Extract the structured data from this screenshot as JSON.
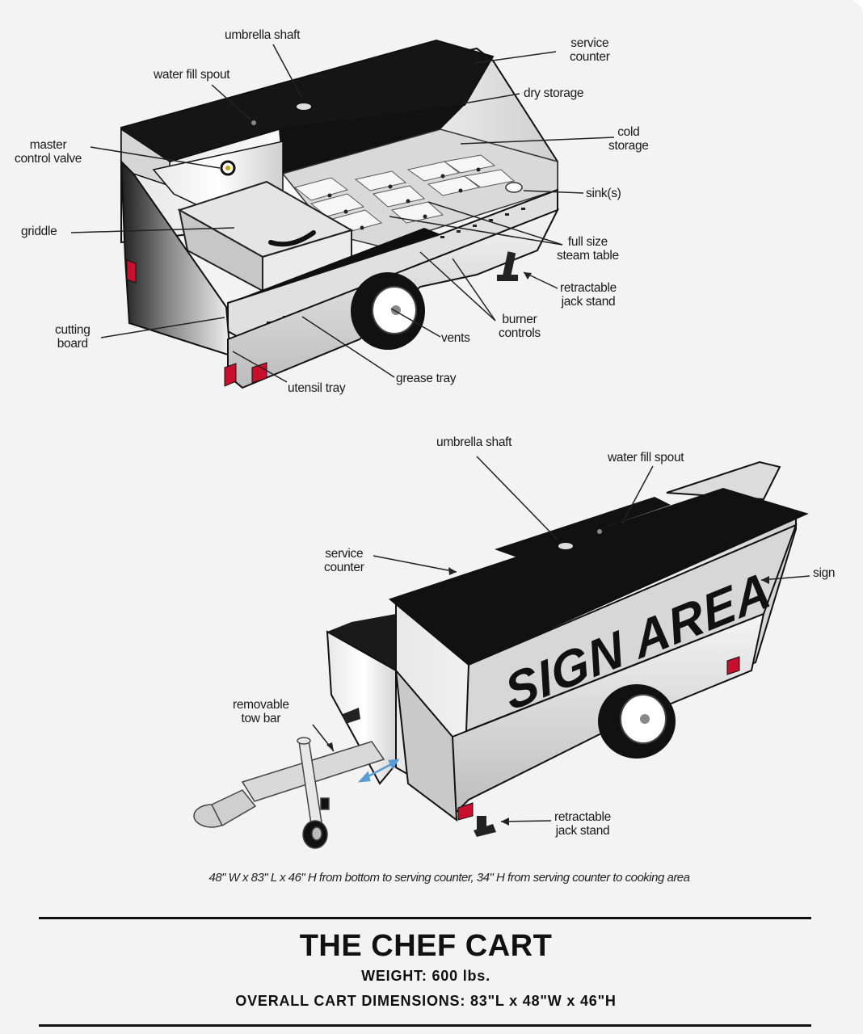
{
  "top_labels": {
    "umbrella_shaft": "umbrella shaft",
    "service_counter": [
      "service",
      "counter"
    ],
    "water_fill_spout": "water fill spout",
    "dry_storage": "dry storage",
    "master_control_valve": [
      "master",
      "control valve"
    ],
    "cold_storage": [
      "cold",
      "storage"
    ],
    "sinks": "sink(s)",
    "griddle": "griddle",
    "steam_table": [
      "full size",
      "steam table"
    ],
    "jack_stand": [
      "retractable",
      "jack stand"
    ],
    "burner_controls": [
      "burner",
      "controls"
    ],
    "cutting_board": [
      "cutting",
      "board"
    ],
    "vents": "vents",
    "grease_tray": "grease tray",
    "utensil_tray": "utensil tray"
  },
  "bottom_labels": {
    "umbrella_shaft": "umbrella shaft",
    "water_fill_spout": "water fill spout",
    "service_counter": [
      "service",
      "counter"
    ],
    "sign": "sign",
    "sign_area": "SIGN AREA",
    "tow_bar": [
      "removable",
      "tow bar"
    ],
    "jack_stand": [
      "retractable",
      "jack stand"
    ]
  },
  "dimensions_note": "48\" W x 83\" L x 46\" H from bottom to serving counter, 34\" H from serving counter to cooking area",
  "title": "THE CHEF CART",
  "weight": "WEIGHT: 600 lbs.",
  "overall_dimensions": "OVERALL CART DIMENSIONS: 83\"L x 48\"W x 46\"H",
  "colors": {
    "reflector": "#c8102e",
    "counter": "#111111",
    "leader": "#222222",
    "arrow": "#5b9bd5"
  }
}
